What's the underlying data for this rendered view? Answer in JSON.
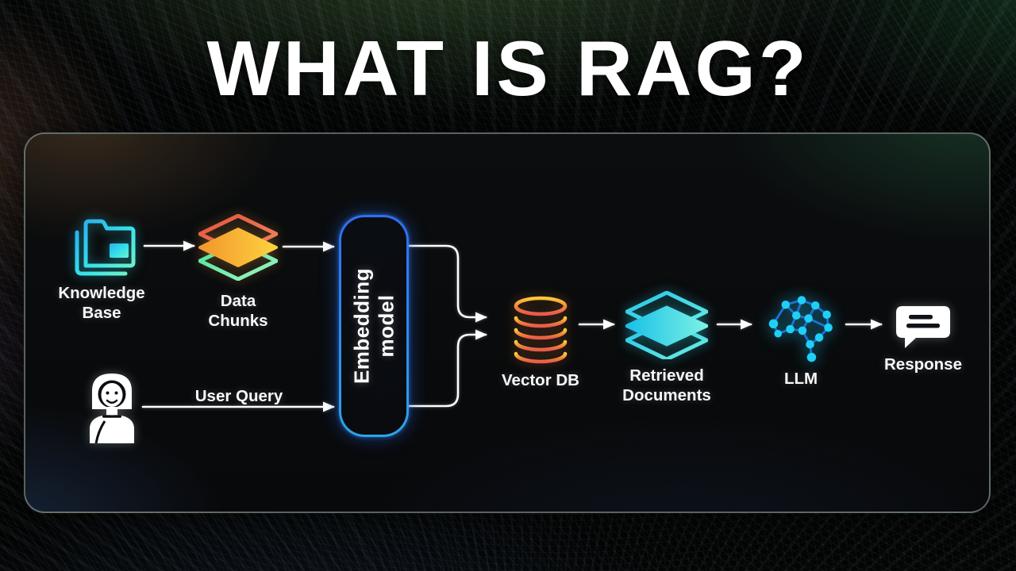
{
  "title": "WHAT IS RAG?",
  "diagram": {
    "nodes": {
      "knowledge_base": {
        "label": "Knowledge Base",
        "icon": "folder-stack-icon",
        "accent": "#38dff2"
      },
      "data_chunks": {
        "label": "Data Chunks",
        "icon": "layer-stack-icon",
        "accents": [
          "#e8604b",
          "#ffc23c",
          "#62e5a3"
        ]
      },
      "embedding_model": {
        "label": "Embedding model",
        "icon": "capsule-box",
        "accent": "#2f6df5"
      },
      "vector_db": {
        "label": "Vector DB",
        "icon": "database-icon",
        "accents": [
          "#ffc83a",
          "#e85a4c"
        ]
      },
      "retrieved_documents": {
        "label": "Retrieved Documents",
        "icon": "layer-stack-icon",
        "accent": "#2bd9f6"
      },
      "llm": {
        "label": "LLM",
        "icon": "brain-network-icon",
        "accent": "#1ed0f6"
      },
      "response": {
        "label": "Response",
        "icon": "chat-bubble-icon",
        "accent": "#ffffff"
      },
      "user": {
        "label": "User Query",
        "icon": "person-icon",
        "accent": "#ffffff"
      }
    },
    "edges": [
      {
        "from": "knowledge_base",
        "to": "data_chunks"
      },
      {
        "from": "data_chunks",
        "to": "embedding_model"
      },
      {
        "from": "user",
        "to": "embedding_model"
      },
      {
        "from": "embedding_model",
        "to": "vector_db",
        "style": "double-curved"
      },
      {
        "from": "vector_db",
        "to": "retrieved_documents"
      },
      {
        "from": "retrieved_documents",
        "to": "llm"
      },
      {
        "from": "llm",
        "to": "response"
      }
    ]
  },
  "colors": {
    "background": "#030404",
    "panel_border": "#acbab0",
    "arrow": "#ffffff",
    "title_text": "#ffffff",
    "glow_green": "#3e6034",
    "glow_warm": "#70452f",
    "glow_blue": "#2a4874"
  }
}
